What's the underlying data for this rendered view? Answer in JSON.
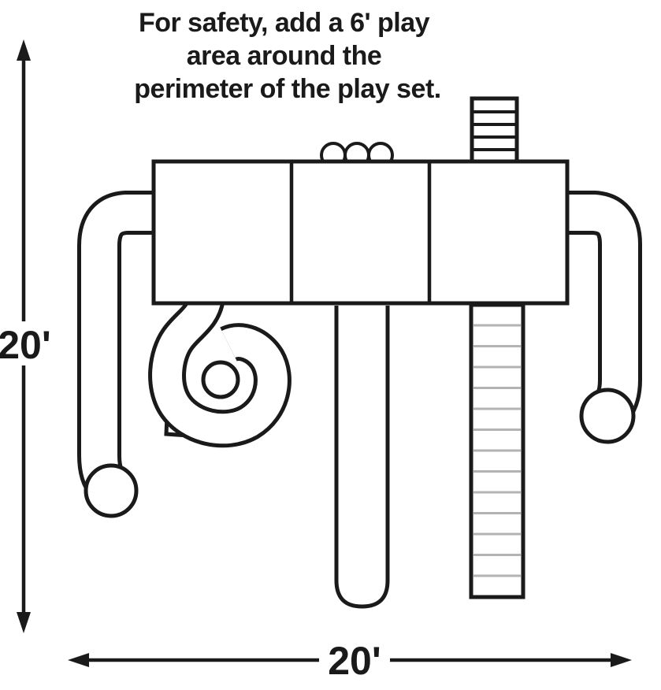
{
  "note": {
    "line1": "For safety, add a 6' play",
    "line2": "area around the",
    "line3": "perimeter of the play set."
  },
  "dimensions": {
    "height_label": "20'",
    "width_label": "20'"
  },
  "colors": {
    "ink": "#1a1a1a",
    "rung": "#b3b3b3",
    "background": "#ffffff"
  }
}
